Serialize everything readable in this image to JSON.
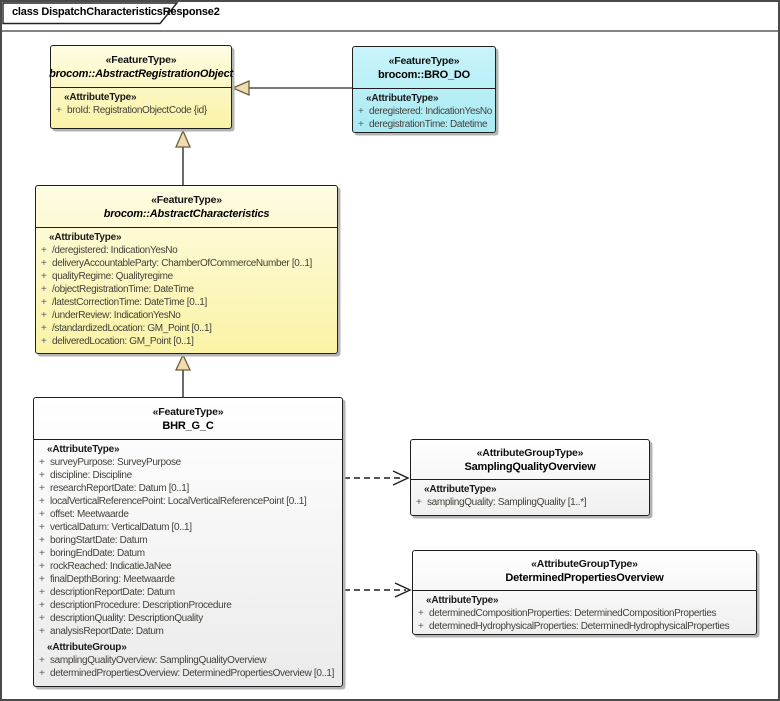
{
  "frame": {
    "title": "class DispatchCharacteristicsResponse2"
  },
  "colors": {
    "feature_yellow_top": "#FEFCE3",
    "feature_yellow_bottom": "#FAF3A6",
    "cyan_top": "#C9F4FA",
    "cyan_bottom": "#A9EAF3",
    "neutral_top": "#FFFFFF",
    "neutral_bottom": "#EBEBEB",
    "box_border": "#1F1F1F",
    "arrow_fill": "#F0DCB0",
    "arrow_stroke": "#6E5F3C",
    "line_color": "#4D4D4D",
    "attribute_text": "#44413A"
  },
  "diagram": {
    "classes": [
      {
        "id": "abstract-registration-object",
        "stereotype": "«FeatureType»",
        "name": "brocom::AbstractRegistrationObject",
        "abstract": true,
        "fill_top": "#FEFCE3",
        "fill_bottom": "#FAF3A6",
        "sections": [
          {
            "label": "«AttributeType»",
            "attributes": [
              {
                "visibility": "+",
                "text": "broId: RegistrationObjectCode {id}"
              }
            ]
          }
        ]
      },
      {
        "id": "bro-do",
        "stereotype": "«FeatureType»",
        "name": "brocom::BRO_DO",
        "abstract": false,
        "fill_top": "#C9F4FA",
        "fill_bottom": "#A9EAF3",
        "sections": [
          {
            "label": "«AttributeType»",
            "attributes": [
              {
                "visibility": "+",
                "text": "deregistered: IndicationYesNo"
              },
              {
                "visibility": "+",
                "text": "deregistrationTime: Datetime"
              }
            ]
          }
        ]
      },
      {
        "id": "abstract-characteristics",
        "stereotype": "«FeatureType»",
        "name": "brocom::AbstractCharacteristics",
        "abstract": true,
        "fill_top": "#FEFCE3",
        "fill_bottom": "#FAF3A6",
        "sections": [
          {
            "label": "«AttributeType»",
            "attributes": [
              {
                "visibility": "+",
                "text": "/deregistered: IndicationYesNo"
              },
              {
                "visibility": "+",
                "text": "deliveryAccountableParty: ChamberOfCommerceNumber [0..1]"
              },
              {
                "visibility": "+",
                "text": "qualityRegime: Qualityregime"
              },
              {
                "visibility": "+",
                "text": "/objectRegistrationTime: DateTime"
              },
              {
                "visibility": "+",
                "text": "/latestCorrectionTime: DateTime [0..1]"
              },
              {
                "visibility": "+",
                "text": "/underReview: IndicationYesNo"
              },
              {
                "visibility": "+",
                "text": "/standardizedLocation: GM_Point [0..1]"
              },
              {
                "visibility": "+",
                "text": "deliveredLocation: GM_Point [0..1]"
              }
            ]
          }
        ]
      },
      {
        "id": "bhr-g-c",
        "stereotype": "«FeatureType»",
        "name": "BHR_G_C",
        "abstract": false,
        "fill_top": "#FFFFFF",
        "fill_bottom": "#EBEBEB",
        "sections": [
          {
            "label": "«AttributeType»",
            "attributes": [
              {
                "visibility": "+",
                "text": "surveyPurpose: SurveyPurpose"
              },
              {
                "visibility": "+",
                "text": "discipline: Discipline"
              },
              {
                "visibility": "+",
                "text": "researchReportDate: Datum [0..1]"
              },
              {
                "visibility": "+",
                "text": "localVerticalReferencePoint: LocalVerticalReferencePoint [0..1]"
              },
              {
                "visibility": "+",
                "text": "offset: Meetwaarde"
              },
              {
                "visibility": "+",
                "text": "verticalDatum: VerticalDatum [0..1]"
              },
              {
                "visibility": "+",
                "text": "boringStartDate: Datum"
              },
              {
                "visibility": "+",
                "text": "boringEndDate: Datum"
              },
              {
                "visibility": "+",
                "text": "rockReached: IndicatieJaNee"
              },
              {
                "visibility": "+",
                "text": "finalDepthBoring: Meetwaarde"
              },
              {
                "visibility": "+",
                "text": "descriptionReportDate: Datum"
              },
              {
                "visibility": "+",
                "text": "descriptionProcedure: DescriptionProcedure"
              },
              {
                "visibility": "+",
                "text": "descriptionQuality: DescriptionQuality"
              },
              {
                "visibility": "+",
                "text": "analysisReportDate: Datum"
              }
            ]
          },
          {
            "label": "«AttributeGroup»",
            "attributes": [
              {
                "visibility": "+",
                "text": "samplingQualityOverview: SamplingQualityOverview"
              },
              {
                "visibility": "+",
                "text": "determinedPropertiesOverview: DeterminedPropertiesOverview [0..1]"
              }
            ]
          }
        ]
      },
      {
        "id": "sampling-quality-overview",
        "stereotype": "«AttributeGroupType»",
        "name": "SamplingQualityOverview",
        "abstract": false,
        "fill_top": "#FFFFFF",
        "fill_bottom": "#F0F0F0",
        "sections": [
          {
            "label": "«AttributeType»",
            "attributes": [
              {
                "visibility": "+",
                "text": "samplingQuality: SamplingQuality [1..*]"
              }
            ]
          }
        ]
      },
      {
        "id": "determined-properties-overview",
        "stereotype": "«AttributeGroupType»",
        "name": "DeterminedPropertiesOverview",
        "abstract": false,
        "fill_top": "#FFFFFF",
        "fill_bottom": "#F0F0F0",
        "sections": [
          {
            "label": "«AttributeType»",
            "attributes": [
              {
                "visibility": "+",
                "text": "determinedCompositionProperties: DeterminedCompositionProperties"
              },
              {
                "visibility": "+",
                "text": "determinedHydrophysicalProperties: DeterminedHydrophysicalProperties"
              }
            ]
          }
        ]
      }
    ],
    "relations": [
      {
        "type": "generalization",
        "from": "brocom::BRO_DO",
        "to": "brocom::AbstractRegistrationObject"
      },
      {
        "type": "generalization",
        "from": "brocom::AbstractCharacteristics",
        "to": "brocom::AbstractRegistrationObject"
      },
      {
        "type": "generalization",
        "from": "BHR_G_C",
        "to": "brocom::AbstractCharacteristics"
      },
      {
        "type": "dependency",
        "from": "BHR_G_C",
        "to": "SamplingQualityOverview"
      },
      {
        "type": "dependency",
        "from": "BHR_G_C",
        "to": "DeterminedPropertiesOverview"
      }
    ]
  }
}
